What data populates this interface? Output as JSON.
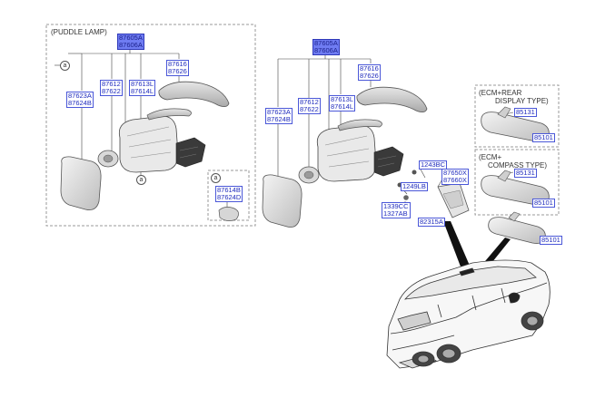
{
  "panels": {
    "puddle": {
      "title": "(PUDDLE LAMP)"
    },
    "ecm_rear": {
      "title_line1": "(ECM+REAR",
      "title_line2": "DISPLAY TYPE)"
    },
    "ecm_compass": {
      "title_line1": "(ECM+",
      "title_line2": "COMPASS TYPE)"
    },
    "inset_ref": "a"
  },
  "refs": {
    "a": "a"
  },
  "labels": {
    "l_assy_a1": "87605A",
    "l_assy_a2": "87606A",
    "l_cover_a1": "87616",
    "l_cover_a2": "87626",
    "l_lamp_a1": "87612",
    "l_lamp_a2": "87622",
    "l_rep_a1": "87613L",
    "l_rep_a2": "87614L",
    "l_glass_a1": "87623A",
    "l_glass_a2": "87624B",
    "l_inset_1": "87614B",
    "l_inset_2": "87624D",
    "l_assy_b1": "87605A",
    "l_assy_b2": "87606A",
    "l_cover_b1": "87616",
    "l_cover_b2": "87626",
    "l_lamp_b1": "87612",
    "l_lamp_b2": "87622",
    "l_rep_b1": "87613L",
    "l_rep_b2": "87614L",
    "l_glass_b1": "87623A",
    "l_glass_b2": "87624B",
    "l_bolt": "1243BC",
    "l_cover2_1": "87650X",
    "l_cover2_2": "87660X",
    "l_screw": "1249LB",
    "l_clip_1": "1339CC",
    "l_clip_2": "1327AB",
    "l_sensor": "82315A",
    "l_mount_1": "85131",
    "l_mirror_1": "85101",
    "l_mount_2": "85131",
    "l_mirror_2": "85101",
    "l_mirror_3": "85101"
  },
  "colors": {
    "label_text": "#1f2bbd",
    "label_border": "#4a57d8",
    "selected_fill": "#6f7cf2",
    "dash": "#999999"
  }
}
